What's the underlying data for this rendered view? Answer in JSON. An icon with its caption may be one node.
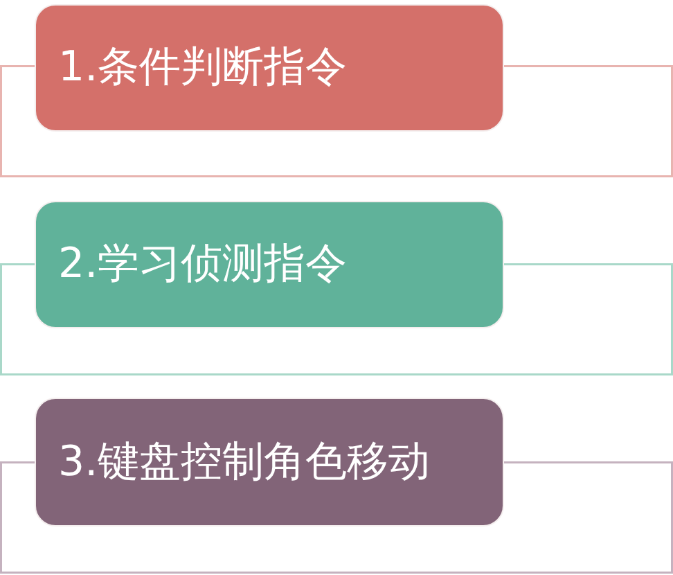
{
  "diagram": {
    "nodes": [
      {
        "text": [
          "1.条件判断指令"
        ]
      },
      {
        "text": [
          "2.学习侦测指令"
        ]
      },
      {
        "text": [
          "3.键盘控制角色移动"
        ]
      }
    ]
  }
}
